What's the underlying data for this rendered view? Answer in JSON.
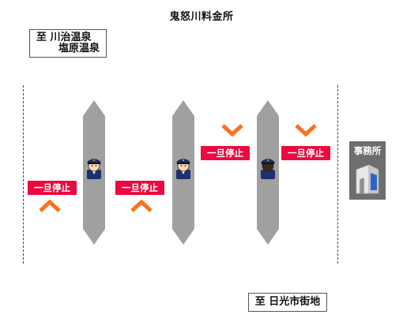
{
  "title": "鬼怒川料金所",
  "destinations": {
    "top_line1": "至 川治温泉",
    "top_line2": "塩原温泉",
    "bottom": "至 日光市街地"
  },
  "stop_sign_label": "一旦停止",
  "office_label": "事務所",
  "colors": {
    "stop_sign": "#ea0a3f",
    "arrow": "#f7731f",
    "island": "#a0a0a0",
    "office": "#6e6e6e"
  },
  "icons": {
    "attendant_facing": "person-icon",
    "attendant_back": "person-back-icon",
    "arrow_up": "chevron-up-icon",
    "arrow_down": "chevron-down-icon",
    "office": "building-icon"
  }
}
